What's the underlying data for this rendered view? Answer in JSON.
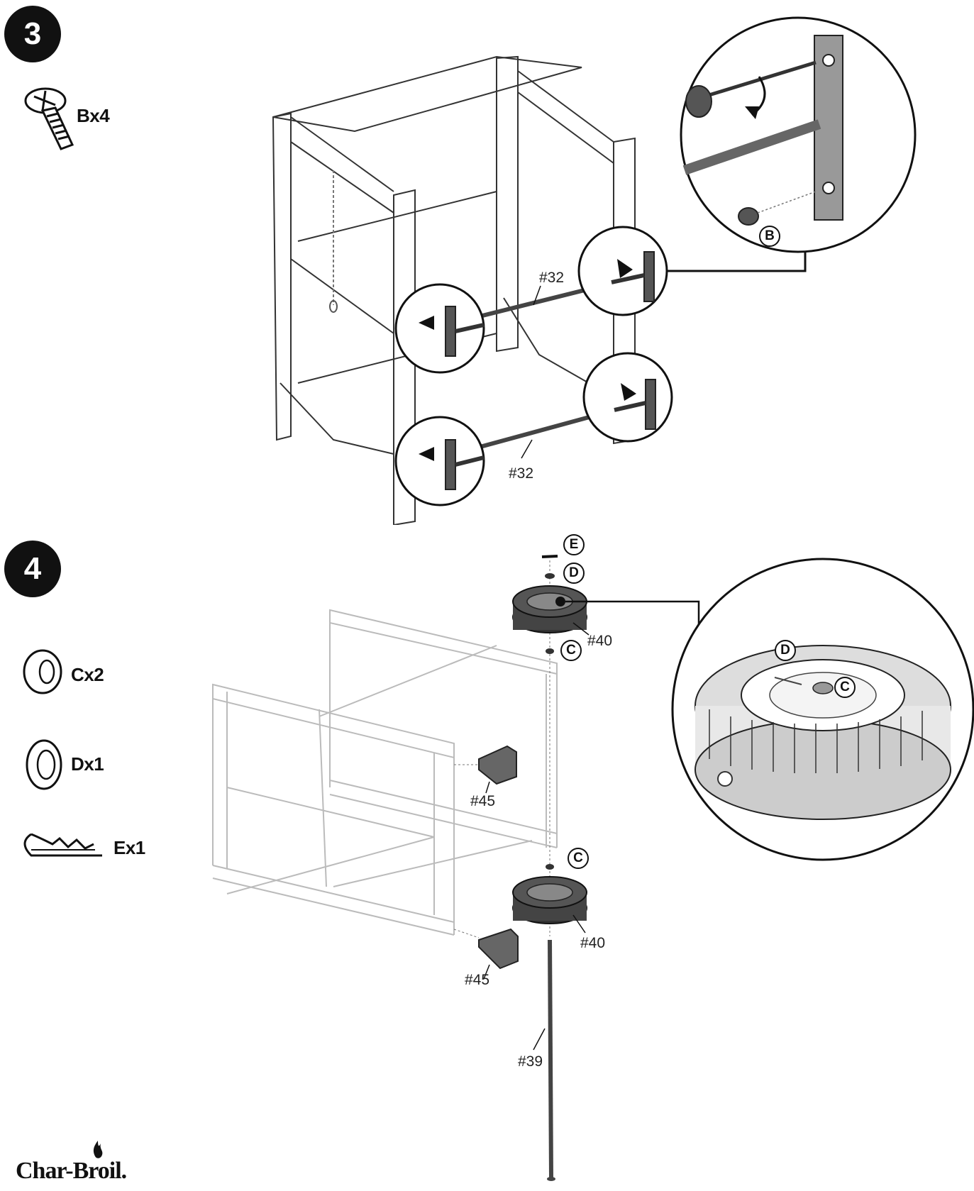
{
  "step3": {
    "number": "3",
    "hardware": [
      {
        "icon": "screw-icon",
        "label": "Bx4"
      }
    ],
    "parts": {
      "bar_upper": "#32",
      "bar_lower": "#32"
    },
    "detail_callout": "B"
  },
  "step4": {
    "number": "4",
    "hardware": [
      {
        "icon": "spacer-c-icon",
        "label": "Cx2"
      },
      {
        "icon": "washer-d-icon",
        "label": "Dx1"
      },
      {
        "icon": "hitch-pin-e-icon",
        "label": "Ex1"
      }
    ],
    "callouts": {
      "e_top": "E",
      "d_top": "D",
      "c_mid": "C",
      "c_low": "C",
      "detail_d": "D",
      "detail_c": "C"
    },
    "parts": {
      "wheel_top": "#40",
      "wheel_bottom": "#40",
      "foot_upper": "#45",
      "foot_lower": "#45",
      "axle": "#39"
    }
  },
  "footer": {
    "brand": "Char-Broil."
  }
}
